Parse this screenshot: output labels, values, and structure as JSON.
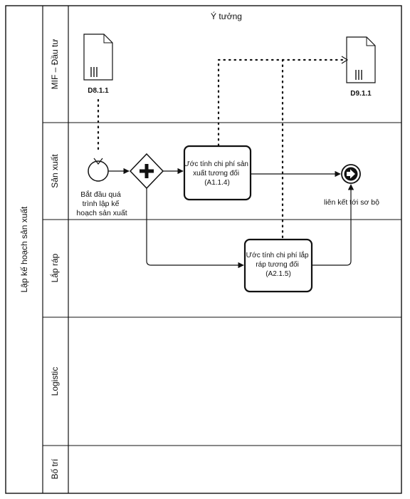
{
  "pool": {
    "label": "Lập kế hoạch sản xuất"
  },
  "phase": {
    "label": "Ý tưởng"
  },
  "lanes": [
    {
      "label": "MIF – Đầu tư"
    },
    {
      "label": "Sản xuất"
    },
    {
      "label": "Lắp ráp"
    },
    {
      "label": "Logistic"
    },
    {
      "label": "Bố trí"
    }
  ],
  "documents": [
    {
      "label": "D8.1.1"
    },
    {
      "label": "D9.1.1"
    }
  ],
  "start_event": {
    "lines": [
      "Bắt đầu quá",
      "trình lập kế",
      "hoạch sản xuất"
    ]
  },
  "gateway": {
    "type": "parallel",
    "icon": "plus-icon"
  },
  "tasks": [
    {
      "lines": [
        "Ước tính chi phí sản",
        "xuất tương đối",
        "(A1.1.4)"
      ]
    },
    {
      "lines": [
        "Ước tính chi phí lắp",
        "ráp tương đối",
        "(A2.1.5)"
      ]
    }
  ],
  "end_event": {
    "label": "liên kết tới sơ bộ",
    "icon": "arrow-right-icon"
  }
}
